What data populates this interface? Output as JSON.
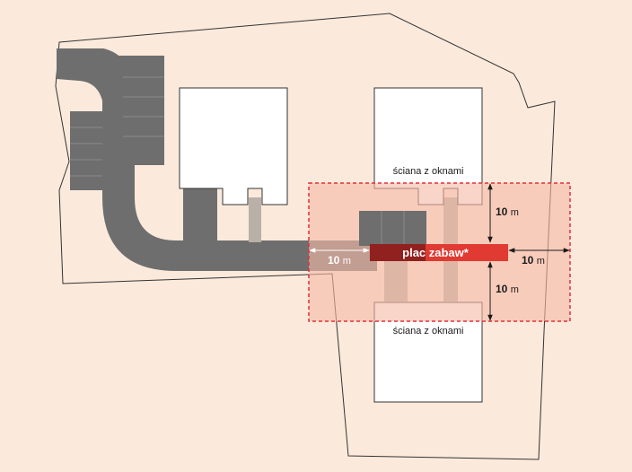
{
  "colors": {
    "background": "#fbeadc",
    "road": "#6e6e6e",
    "path": "#b9b1a7",
    "zone_fill": "#f6b9a6",
    "zone_border": "#e0303a",
    "playground": "#e03a32",
    "building": "#ffffff"
  },
  "labels": {
    "window_wall_top": "ściana z oknami",
    "window_wall_bottom": "ściana z oknami",
    "playground": "plac zabaw*",
    "dim_top_value": "10",
    "dim_top_unit": "m",
    "dim_left_value": "10",
    "dim_left_unit": "m",
    "dim_right_value": "10",
    "dim_right_unit": "m",
    "dim_bottom_value": "10",
    "dim_bottom_unit": "m"
  }
}
